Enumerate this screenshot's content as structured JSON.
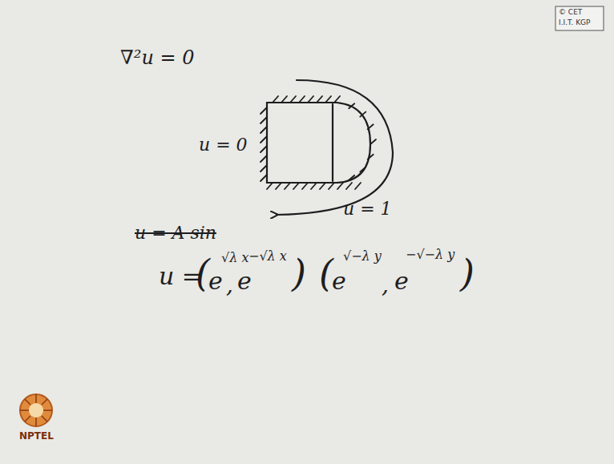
{
  "diagram": {
    "labels": [
      "© CET",
      "I.I.T. KGP",
      "∇²u = 0",
      "u = 0",
      "u = 1",
      "u = A sin",
      "u =",
      "(",
      "e",
      "√λ x",
      ",",
      "e",
      "−√λ x",
      ")",
      "(",
      "e",
      "√−λ y",
      ",",
      "e",
      "−√−λ y",
      ")",
      "NPTEL"
    ]
  }
}
